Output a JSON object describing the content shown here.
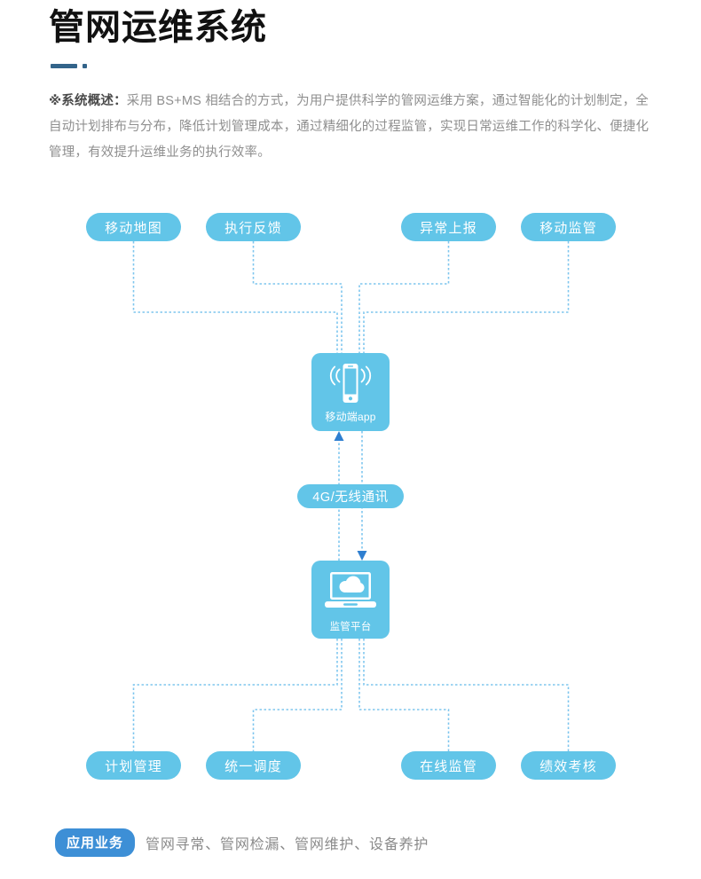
{
  "header": {
    "title": "管网运维系统",
    "divider_color": "#33648a",
    "overview_lead": "※系统概述：",
    "overview_body": "采用 BS+MS  相结合的方式，为用户提供科学的管网运维方案，通过智能化的计划制定，全自动计划排布与分布，降低计划管理成本，通过精细化的过程监管，实现日常运维工作的科学化、便捷化管理，有效提升运维业务的执行效率。"
  },
  "colors": {
    "accent_light": "#62c5e8",
    "accent_dark": "#3d8fd6",
    "arrow": "#2f7fd0",
    "connector": "#7fc6ee",
    "title": "#111111",
    "body_text": "#8f8f8f"
  },
  "diagram": {
    "top_pills": [
      {
        "label": "移动地图"
      },
      {
        "label": "执行反馈"
      },
      {
        "label": "异常上报"
      },
      {
        "label": "移动监管"
      }
    ],
    "bottom_pills": [
      {
        "label": "计划管理"
      },
      {
        "label": "统一调度"
      },
      {
        "label": "在线监管"
      },
      {
        "label": "绩效考核"
      }
    ],
    "app_node": {
      "caption": "移动端app",
      "icon": "smartphone-signal-icon"
    },
    "platform_node": {
      "caption": "监管平台",
      "icon": "laptop-cloud-icon"
    },
    "link_label": "4G/无线通讯",
    "uplink_arrow": "arrow-up-icon",
    "downlink_arrow": "arrow-down-icon"
  },
  "footer": {
    "badge": "应用业务",
    "text": "管网寻常、管网检漏、管网维护、设备养护"
  }
}
